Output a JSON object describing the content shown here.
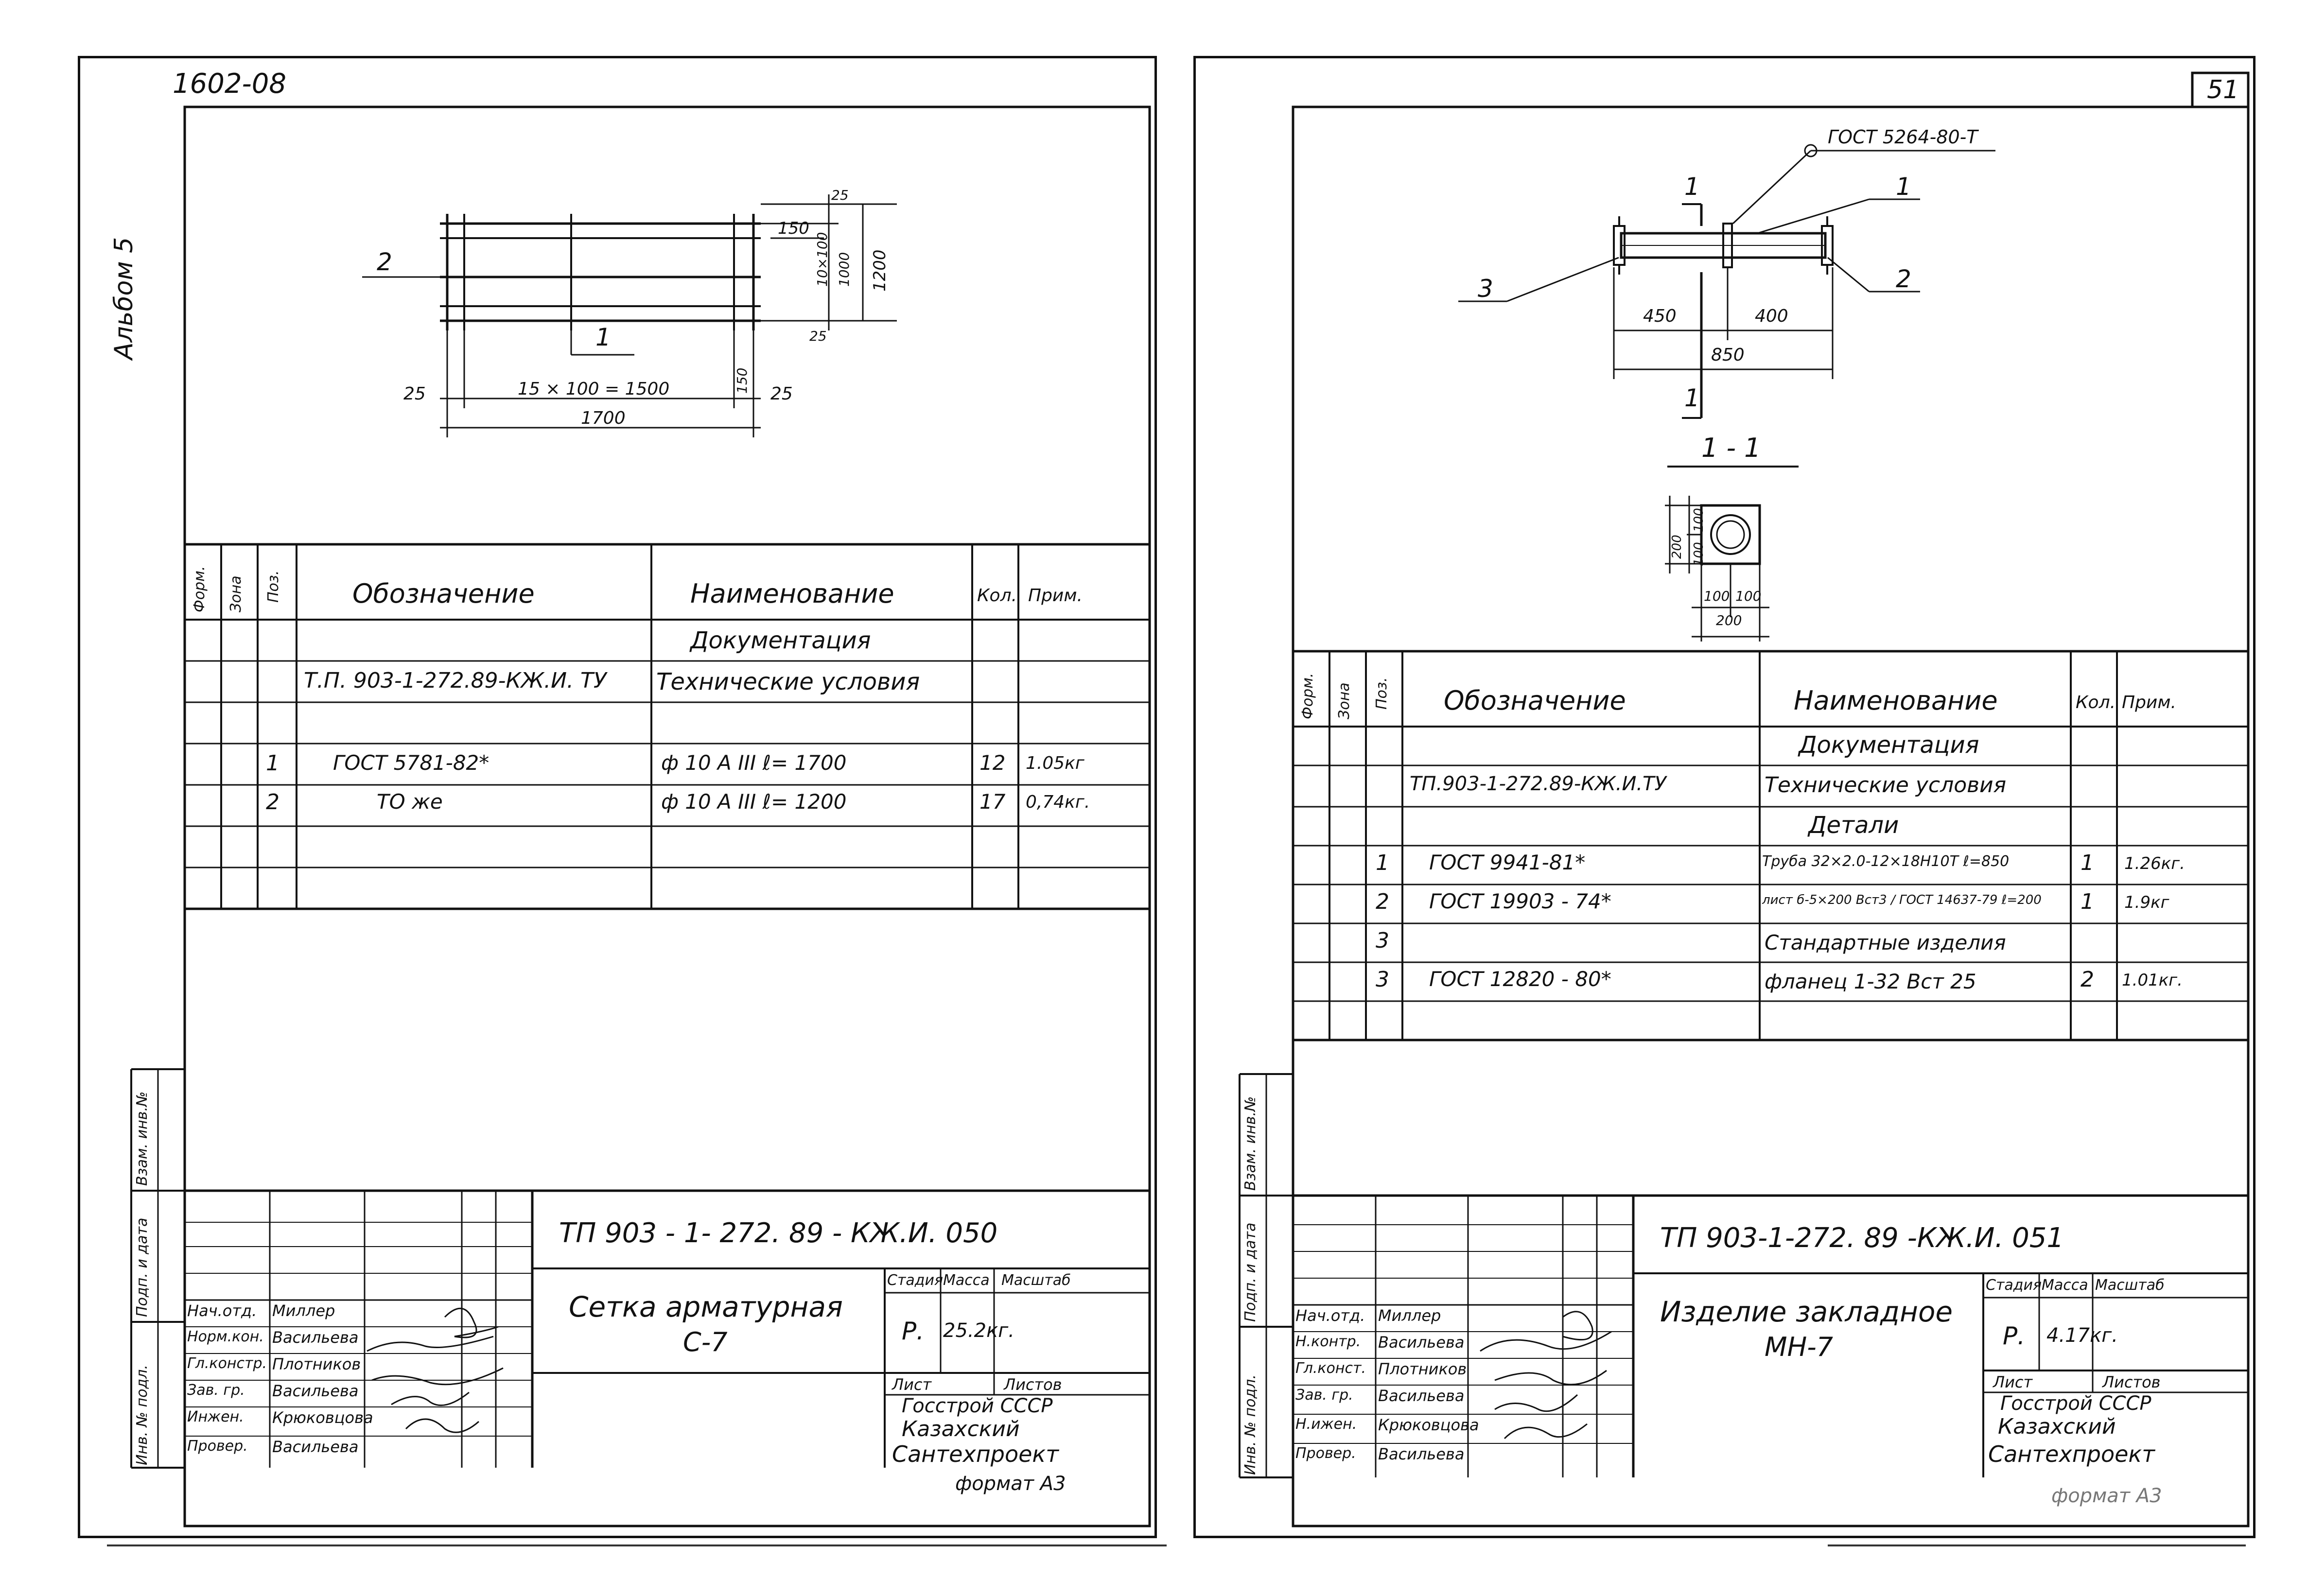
{
  "left_sheet": {
    "top_code": "1602-08",
    "album": "Альбом 5",
    "drawing": {
      "pos2": "2",
      "pos1": "1",
      "dim_150_top": "150",
      "dim_25_top": "25",
      "dim_10x100": "10×100",
      "dim_1000": "1000",
      "dim_1200": "1200",
      "dim_25_mid": "25",
      "dim_25_left": "25",
      "dim_15x100": "15 × 100 = 1500",
      "dim_150_right": "150",
      "dim_25_right": "25",
      "dim_1700": "1700"
    },
    "spec_headers": {
      "format": "Форм.",
      "zone": "Зона",
      "pos": "Поз.",
      "designation": "Обозначение",
      "name": "Наименование",
      "qty": "Кол.",
      "note": "Прим."
    },
    "spec_rows": [
      {
        "pos": "",
        "designation": "",
        "name": "Документация",
        "qty": "",
        "note": ""
      },
      {
        "pos": "",
        "designation": "Т.П. 903-1-272.89-КЖ.И. ТУ",
        "name": "Технические условия",
        "qty": "",
        "note": ""
      },
      {
        "pos": "",
        "designation": "",
        "name": "",
        "qty": "",
        "note": ""
      },
      {
        "pos": "1",
        "designation": "ГОСТ   5781-82*",
        "name": "ф 10 А III   ℓ= 1700",
        "qty": "12",
        "note": "1.05кг"
      },
      {
        "pos": "2",
        "designation": "ТО      же",
        "name": "ф 10 А III   ℓ= 1200",
        "qty": "17",
        "note": "0,74кг."
      },
      {
        "pos": "",
        "designation": "",
        "name": "",
        "qty": "",
        "note": ""
      },
      {
        "pos": "",
        "designation": "",
        "name": "",
        "qty": "",
        "note": ""
      }
    ],
    "side_labels": [
      "Взам. инв.№",
      "Подп. и дата",
      "Инв. № подл."
    ],
    "title_block": {
      "doc_code": "ТП  903 - 1- 272. 89      - КЖ.И. 050",
      "title_line1": "Сетка  арматурная",
      "title_line2": "С-7",
      "stage_label": "Стадия",
      "mass_label": "Масса",
      "scale_label": "Масштаб",
      "stage": "Р.",
      "mass": "25.2кг.",
      "sheet_label": "Лист",
      "sheets_label": "Листов",
      "org_line1": "Госстрой  СССР",
      "org_line2": "Казахский",
      "org_line3": "Сантехпроект",
      "format": "формат А3",
      "people": [
        {
          "role": "Нач.отд.",
          "name": "Миллер"
        },
        {
          "role": "Норм.кон.",
          "name": "Васильева"
        },
        {
          "role": "Гл.констр.",
          "name": "Плотников"
        },
        {
          "role": "Зав. гр.",
          "name": "Васильева"
        },
        {
          "role": "Инжен.",
          "name": "Крюковцова"
        },
        {
          "role": "Провер.",
          "name": "Васильева"
        }
      ]
    }
  },
  "right_sheet": {
    "page_number": "51",
    "drawing": {
      "gost_label": "ГОСТ  5264-80-Т",
      "pos1": "1",
      "pos2": "2",
      "pos3": "3",
      "section_mark": "1",
      "dim_450": "450",
      "dim_400": "400",
      "dim_850": "850",
      "section_title": "1 - 1",
      "dim_100_a": "100",
      "dim_100_b": "100",
      "dim_200_v": "200",
      "dim_100_c": "100",
      "dim_100_d": "100",
      "dim_200_h": "200"
    },
    "spec_headers": {
      "format": "Форм.",
      "zone": "Зона",
      "pos": "Поз.",
      "designation": "Обозначение",
      "name": "Наименование",
      "qty": "Кол.",
      "note": "Прим."
    },
    "spec_rows": [
      {
        "pos": "",
        "designation": "",
        "name": "Документация",
        "qty": "",
        "note": ""
      },
      {
        "pos": "",
        "designation": "ТП.903-1-272.89-КЖ.И.ТУ",
        "name": "Технические  условия",
        "qty": "",
        "note": ""
      },
      {
        "pos": "",
        "designation": "",
        "name": "Детали",
        "qty": "",
        "note": ""
      },
      {
        "pos": "1",
        "designation": "ГОСТ  9941-81*",
        "name": "Труба  32×2.0-12×18Н10Т ℓ=850",
        "qty": "1",
        "note": "1.26кг."
      },
      {
        "pos": "2",
        "designation": "ГОСТ   19903 - 74*",
        "name": "лист  б-5×200 Вст3 / ГОСТ 14637-79  ℓ=200",
        "qty": "1",
        "note": "1.9кг"
      },
      {
        "pos": "3",
        "designation": "",
        "name": "Стандартные  изделия",
        "qty": "",
        "note": ""
      },
      {
        "pos": "3",
        "designation": "ГОСТ   12820 - 80*",
        "name": "фланец 1-32 Вст 25",
        "qty": "2",
        "note": "1.01кг."
      },
      {
        "pos": "",
        "designation": "",
        "name": "",
        "qty": "",
        "note": ""
      }
    ],
    "side_labels": [
      "Взам. инв.№",
      "Подп. и дата",
      "Инв. № подл."
    ],
    "title_block": {
      "doc_code": "ТП  903-1-272. 89     -КЖ.И. 051",
      "title_line1": "Изделие  закладное",
      "title_line2": "МН-7",
      "stage_label": "Стадия",
      "mass_label": "Масса",
      "scale_label": "Масштаб",
      "stage": "Р.",
      "mass": "4.17кг.",
      "sheet_label": "Лист",
      "sheets_label": "Листов",
      "org_line1": "Госстрой  СССР",
      "org_line2": "Казахский",
      "org_line3": "Сантехпроект",
      "format": "формат А3",
      "people": [
        {
          "role": "Нач.отд.",
          "name": "Миллер"
        },
        {
          "role": "Н.контр.",
          "name": "Васильева"
        },
        {
          "role": "Гл.конст.",
          "name": "Плотников"
        },
        {
          "role": "Зав. гр.",
          "name": "Васильева"
        },
        {
          "role": "Н.ижен.",
          "name": "Крюковцова"
        },
        {
          "role": "Провер.",
          "name": "Васильева"
        }
      ]
    }
  }
}
